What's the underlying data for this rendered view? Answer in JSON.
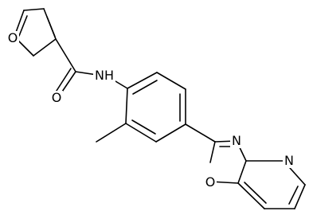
{
  "atom_labels": {
    "furan_oxygen": "O",
    "carbonyl_oxygen": "O",
    "amide_nitrogen": "NH",
    "oxazole_nitrogen": "N",
    "oxazole_oxygen": "O",
    "pyridine_nitrogen": "N"
  },
  "colors": {
    "bond": "#000000",
    "label": "#000000",
    "background": "#ffffff"
  }
}
